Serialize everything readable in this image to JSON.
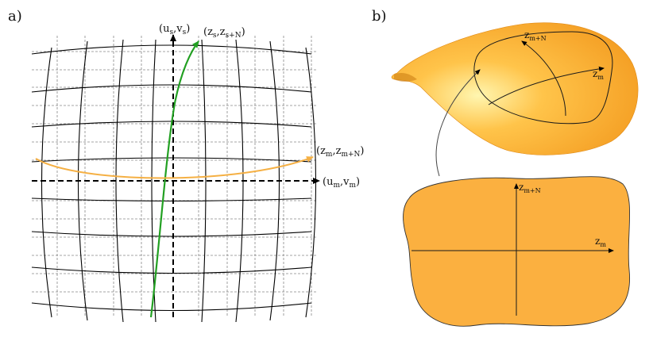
{
  "panels": {
    "a": {
      "label": "a)"
    },
    "b": {
      "label": "b)"
    }
  },
  "panel_a": {
    "axis_vertical": {
      "base": "(u",
      "sub1": "s",
      "mid": ",v",
      "sub2": "s",
      "end": ")"
    },
    "axis_horizontal": {
      "base": "(u",
      "sub1": "m",
      "mid": ",v",
      "sub2": "m",
      "end": ")"
    },
    "curve_green": {
      "base": "(z",
      "sub1": "s",
      "mid": ",z",
      "sub2": "s+N",
      "end": ")",
      "color": "#22a022"
    },
    "curve_orange": {
      "base": "(z",
      "sub1": "m",
      "mid": ",z",
      "sub2": "m+N",
      "end": ")",
      "color": "#f5b044"
    }
  },
  "panel_b": {
    "surface_labels": {
      "z_m": {
        "base": "z",
        "sub": "m"
      },
      "z_mN": {
        "base": "z",
        "sub": "m+N"
      }
    },
    "plane_labels": {
      "z_m": {
        "base": "z",
        "sub": "m"
      },
      "z_mN": {
        "base": "z",
        "sub": "m+N"
      }
    },
    "fill_color": "#fbb040",
    "surface_color": "#f6a52f"
  }
}
